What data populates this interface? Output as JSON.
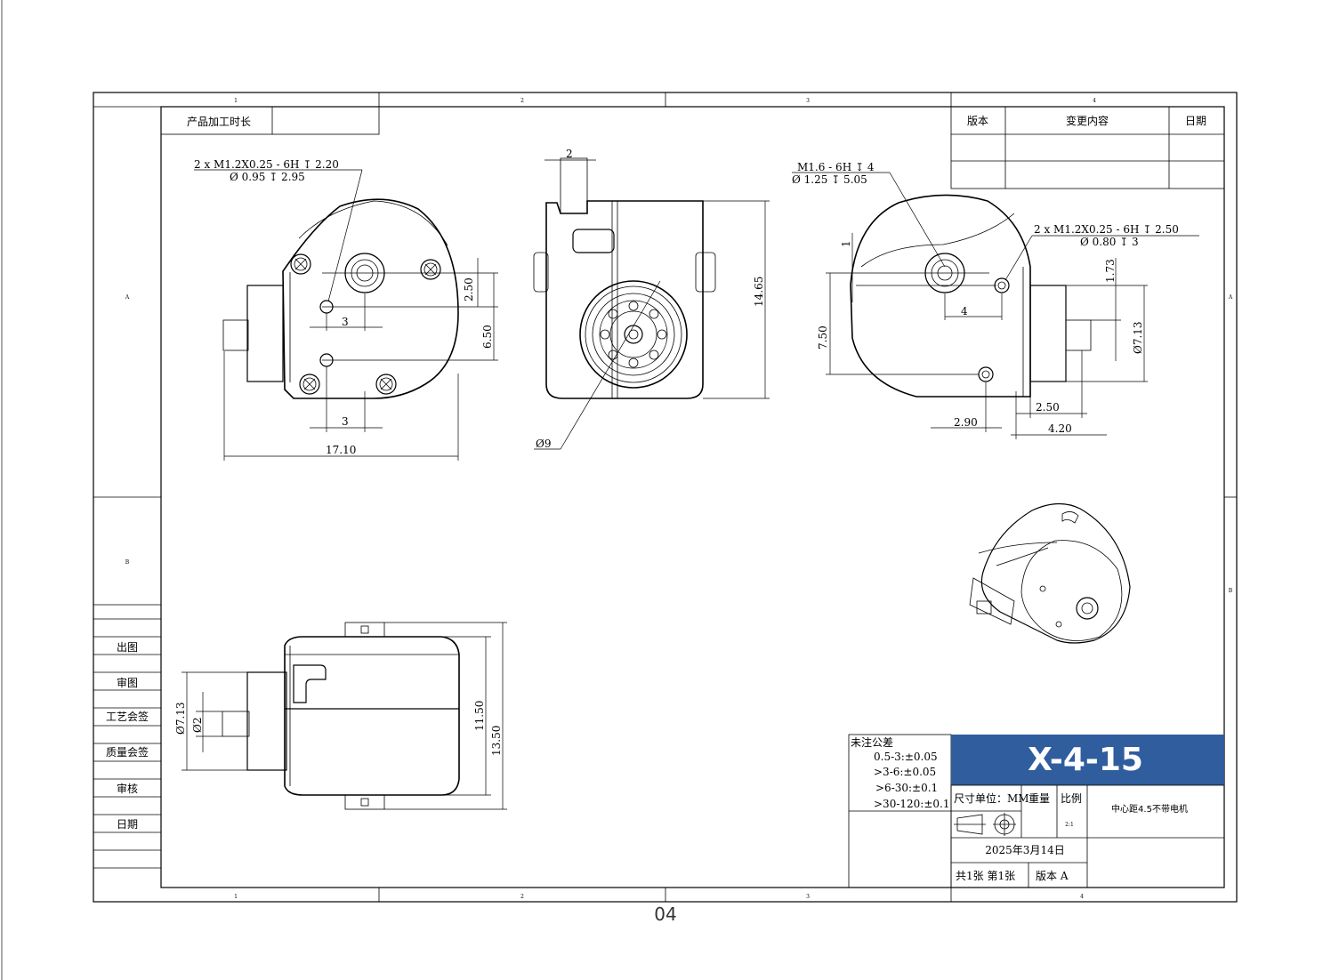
{
  "zones": {
    "columns": [
      "1",
      "2",
      "3",
      "4"
    ],
    "rows": [
      "A",
      "B"
    ]
  },
  "header": {
    "process_time_label": "产品加工时长"
  },
  "revision_table": {
    "col_version": "版本",
    "col_change": "变更内容",
    "col_date": "日期"
  },
  "left_strip": [
    "出图",
    "审图",
    "工艺会签",
    "质量会签",
    "审核",
    "日期"
  ],
  "tolerance": {
    "title": "未注公差",
    "lines": [
      "0.5-3:±0.05",
      ">3-6:±0.05",
      ">6-30:±0.1",
      ">30-120:±0.1"
    ]
  },
  "title_block": {
    "part_number": "X-4-15",
    "brand_color": "#2f5d9e",
    "unit_label": "尺寸单位：MM",
    "weight_label": "重量",
    "scale_label": "比例",
    "scale_value": "2:1",
    "description": "中心距4.5不带电机",
    "date": "2025年3月14日",
    "sheets": "共1张  第1张",
    "version": "版本  A"
  },
  "dims": {
    "v1_callout_1": "2 x M1.2X0.25 - 6H ↧ 2.20",
    "v1_callout_2": "Ø 0.95 ↧ 2.95",
    "v1_250": "2.50",
    "v1_650": "6.50",
    "v1_3a": "3",
    "v1_3b": "3",
    "v1_1710": "17.10",
    "v2_2": "2",
    "v2_1465": "14.65",
    "v2_phi9": "Ø9",
    "v3_callout_1": "M1.6 - 6H ↧ 4",
    "v3_callout_2": "Ø 1.25 ↧ 5.05",
    "v3_callout_3": "2 x M1.2X0.25 - 6H ↧ 2.50",
    "v3_callout_4": "Ø 0.80 ↧ 3",
    "v3_1": "1",
    "v3_4": "4",
    "v3_750": "7.50",
    "v3_173": "1.73",
    "v3_phi713": "Ø7.13",
    "v3_250": "2.50",
    "v3_290": "2.90",
    "v3_420": "4.20",
    "v4_phi713": "Ø7.13",
    "v4_phi2": "Ø2",
    "v4_1150": "11.50",
    "v4_1350": "13.50"
  },
  "page_number": "04"
}
